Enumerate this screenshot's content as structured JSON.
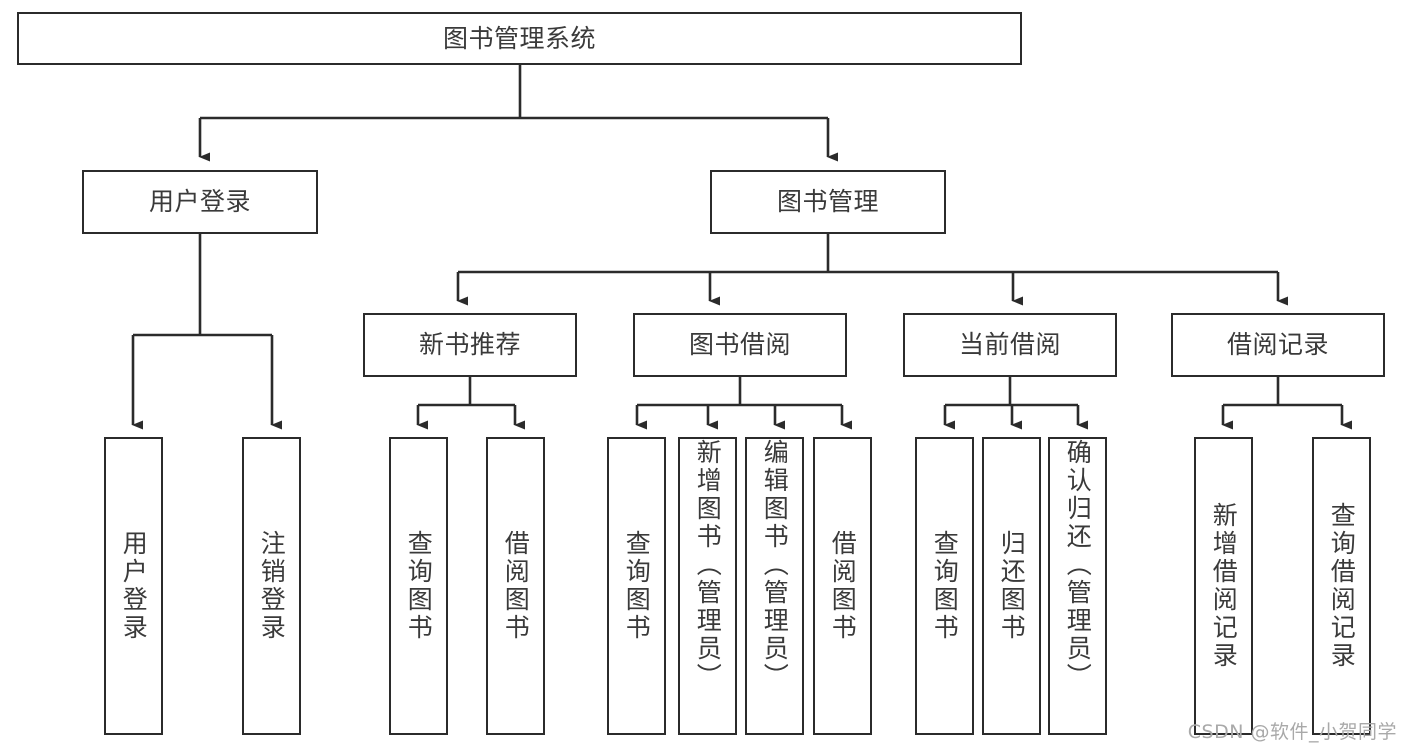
{
  "diagram": {
    "type": "tree",
    "title": "图书管理系统",
    "colors": {
      "border": "#2b2b2b",
      "text": "#3a3a3a",
      "background": "#ffffff",
      "watermark": "#a9a9a9"
    },
    "levels": {
      "root": {
        "label": "图书管理系统"
      },
      "level2": [
        {
          "id": "user-login",
          "label": "用户登录"
        },
        {
          "id": "book-manage",
          "label": "图书管理"
        }
      ],
      "level3": [
        {
          "id": "new-book-recommend",
          "label": "新书推荐",
          "parent": "book-manage"
        },
        {
          "id": "book-borrow",
          "label": "图书借阅",
          "parent": "book-manage"
        },
        {
          "id": "current-borrow",
          "label": "当前借阅",
          "parent": "book-manage"
        },
        {
          "id": "borrow-record",
          "label": "借阅记录",
          "parent": "book-manage"
        }
      ],
      "leaves": [
        {
          "id": "leaf-user-login",
          "label": "用户登录",
          "parent": "user-login"
        },
        {
          "id": "leaf-user-logout",
          "label": "注销登录",
          "parent": "user-login"
        },
        {
          "id": "leaf-query-book-1",
          "label": "查询图书",
          "parent": "new-book-recommend"
        },
        {
          "id": "leaf-borrow-book-1",
          "label": "借阅图书",
          "parent": "new-book-recommend"
        },
        {
          "id": "leaf-query-book-2",
          "label": "查询图书",
          "parent": "book-borrow"
        },
        {
          "id": "leaf-add-book",
          "label": "新增图书（管理员）",
          "parent": "book-borrow"
        },
        {
          "id": "leaf-edit-book",
          "label": "编辑图书（管理员）",
          "parent": "book-borrow"
        },
        {
          "id": "leaf-borrow-book-2",
          "label": "借阅图书",
          "parent": "book-borrow"
        },
        {
          "id": "leaf-query-book-3",
          "label": "查询图书",
          "parent": "current-borrow"
        },
        {
          "id": "leaf-return-book",
          "label": "归还图书",
          "parent": "current-borrow"
        },
        {
          "id": "leaf-confirm-return",
          "label": "确认归还（管理员）",
          "parent": "current-borrow"
        },
        {
          "id": "leaf-add-record",
          "label": "新增借阅记录",
          "parent": "borrow-record"
        },
        {
          "id": "leaf-query-record",
          "label": "查询借阅记录",
          "parent": "borrow-record"
        }
      ]
    }
  },
  "watermark": {
    "text": "CSDN @软件_小贺同学"
  }
}
